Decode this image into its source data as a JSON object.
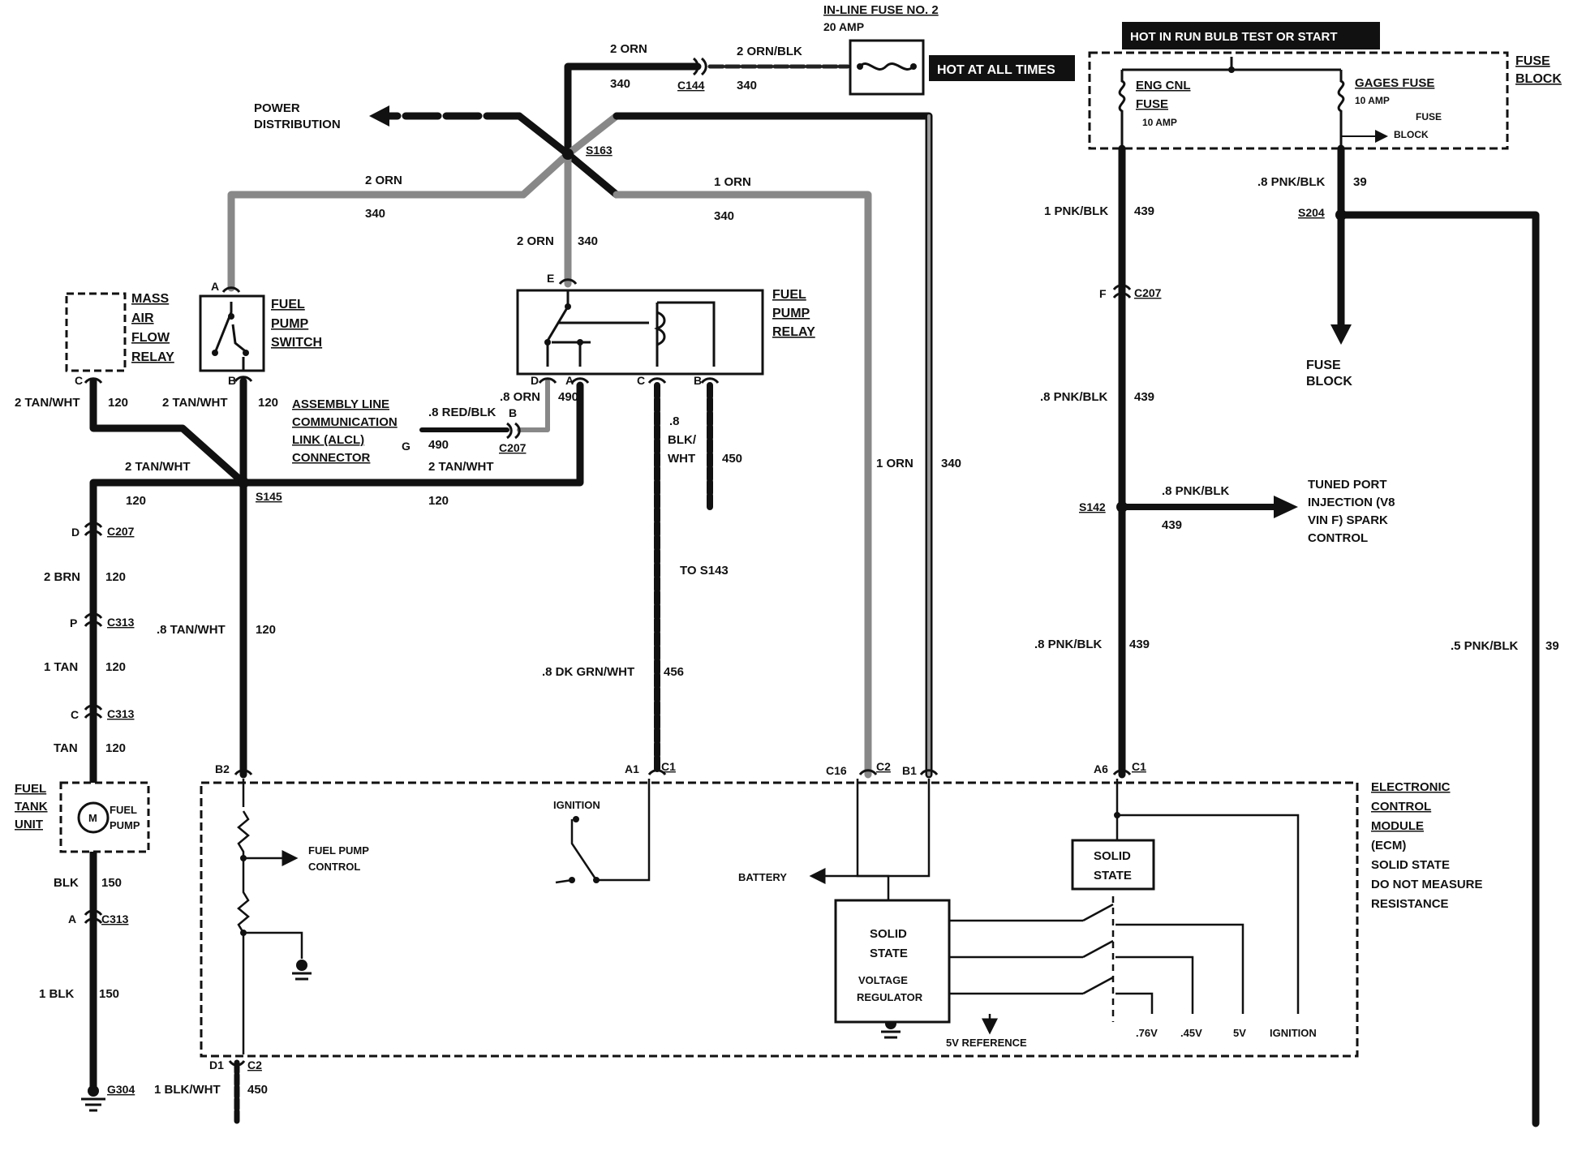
{
  "fuse": {
    "inline_title": "IN-LINE FUSE NO. 2",
    "inline_rating": "20 AMP",
    "hot_all_times": "HOT AT ALL TIMES",
    "hot_run": "HOT IN RUN BULB TEST OR START",
    "fuse_block": [
      "FUSE",
      "BLOCK"
    ],
    "eng_cnl": [
      "ENG CNL",
      "FUSE",
      "10 AMP"
    ],
    "gages": [
      "GAGES FUSE",
      "10 AMP"
    ],
    "fuse_block_small": [
      "FUSE",
      "BLOCK"
    ],
    "fuse_block_arrow": [
      "FUSE",
      "BLOCK"
    ]
  },
  "power_distribution": [
    "POWER",
    "DISTRIBUTION"
  ],
  "components": {
    "mass_air_flow_relay": [
      "MASS",
      "AIR",
      "FLOW",
      "RELAY"
    ],
    "fuel_pump_switch": [
      "FUEL",
      "PUMP",
      "SWITCH"
    ],
    "fuel_pump_relay": [
      "FUEL",
      "PUMP",
      "RELAY"
    ],
    "alcl": [
      "ASSEMBLY LINE",
      "COMMUNICATION",
      "LINK (ALCL)",
      "CONNECTOR"
    ],
    "fuel_tank_unit": [
      "FUEL",
      "TANK",
      "UNIT"
    ],
    "fuel_pump": [
      "FUEL",
      "PUMP"
    ],
    "motor": "M",
    "ecm": [
      "ELECTRONIC",
      "CONTROL",
      "MODULE",
      "(ECM)",
      "SOLID STATE",
      "DO NOT MEASURE",
      "RESISTANCE"
    ],
    "tuned_port": [
      "TUNED PORT",
      "INJECTION (V8",
      "VIN F) SPARK",
      "CONTROL"
    ]
  },
  "wires": {
    "w1": "2 ORN",
    "c1": "340",
    "w2": "2 ORN/BLK",
    "c2": "340",
    "w3": "2 ORN",
    "c3": "340",
    "w4": "1 ORN",
    "c4": "340",
    "w5": "2 ORN",
    "c5": "340",
    "w6": "1 ORN",
    "c6": "340",
    "w7": "2 TAN/WHT",
    "c7": "120",
    "w8": "2 TAN/WHT",
    "c8": "120",
    "w9": ".8 RED/BLK",
    "c9": "490",
    "w10": ".8 ORN",
    "c10": "490",
    "w11": "2 TAN/WHT",
    "c11": "120",
    "w12": "2 TAN/WHT",
    "c12": "120",
    "w13": "2 BRN",
    "c13": "120",
    "w14": "1 TAN",
    "c14": "120",
    "w15": "TAN",
    "c15": "120",
    "w16": ".8 TAN/WHT",
    "c16": "120",
    "w17": ".8",
    "w17b": "BLK/",
    "w17c": "WHT",
    "c17": "450",
    "w18": ".8 DK GRN/WHT",
    "c18": "456",
    "w19": "BLK",
    "c19": "150",
    "w20": "1 BLK",
    "c20": "150",
    "w21": "1 BLK/WHT",
    "c21": "450",
    "w22": "1 PNK/BLK",
    "c22": "439",
    "w23": ".8 PNK/BLK",
    "c23": "439",
    "w24": ".8 PNK/BLK",
    "c24": "439",
    "w25": ".8 PNK/BLK",
    "c25": "439",
    "w26": ".8 PNK/BLK",
    "c26": "39",
    "w27": ".5 PNK/BLK",
    "c27": "39",
    "to_s143": "TO S143"
  },
  "splices": {
    "s163": "S163",
    "s145": "S145",
    "s204": "S204",
    "s142": "S142",
    "g304": "G304"
  },
  "connectors": {
    "c144": "C144",
    "c207a": "C207",
    "c207b": "C207",
    "c207c": "C207",
    "c313a": "C313",
    "c313b": "C313",
    "c313c": "C313",
    "c1a": "C1",
    "c1b": "C1",
    "c2a": "C2",
    "c2b": "C2"
  },
  "pins": {
    "a_switch": "A",
    "b_switch": "B",
    "c_maf": "C",
    "e_relay": "E",
    "d_relay": "D",
    "a_relay": "A",
    "c_relay": "C",
    "b_relay": "B",
    "b_alcl": "B",
    "g_alcl": "G",
    "d_c207": "D",
    "p_c313": "P",
    "c_c313": "C",
    "a_c313": "A",
    "f_c207": "F",
    "b2": "B2",
    "a1": "A1",
    "c16": "C16",
    "b1": "B1",
    "a6": "A6",
    "d1": "D1"
  },
  "ecm_internal": {
    "fuel_pump_control": [
      "FUEL PUMP",
      "CONTROL"
    ],
    "ignition_top": "IGNITION",
    "battery": "BATTERY",
    "solid_state_top": [
      "SOLID",
      "STATE"
    ],
    "regulator": [
      "SOLID",
      "STATE",
      "VOLTAGE",
      "REGULATOR"
    ],
    "ref_5v": "5V REFERENCE",
    "v76": ".76V",
    "v45": ".45V",
    "v5": "5V",
    "ign": "IGNITION"
  }
}
